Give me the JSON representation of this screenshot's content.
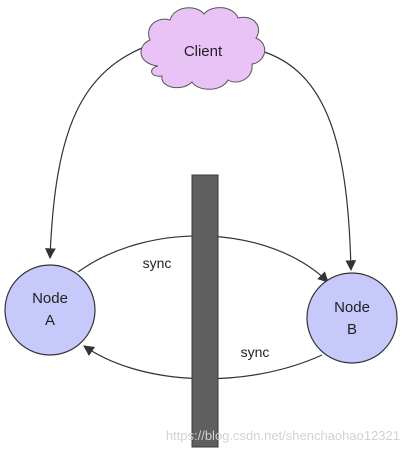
{
  "diagram": {
    "client_label": "Client",
    "node_a": {
      "line1": "Node",
      "line2": "A"
    },
    "node_b": {
      "line1": "Node",
      "line2": "B"
    },
    "sync_top_label": "sync",
    "sync_bottom_label": "sync",
    "watermark": "https://blog.csdn.net/shenchaohao12321",
    "colors": {
      "cloud_fill": "#eac3f6",
      "node_fill": "#c7c9fb",
      "outline": "#333333",
      "wall_fill": "#5f5f5f",
      "arrow": "#333333",
      "text": "#222222",
      "watermark": "#d5d5d5"
    }
  }
}
